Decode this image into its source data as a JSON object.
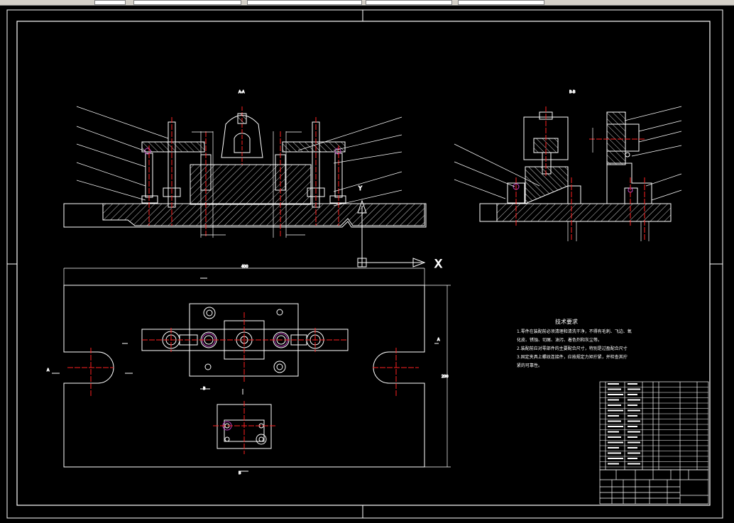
{
  "toolbar": {
    "label": ""
  },
  "drawing": {
    "section_a_label": "A-A",
    "section_b_label": "B-B",
    "x_axis_label": "X",
    "y_axis_label": "Y",
    "dim_overall_length": "400",
    "dim_overall_width": "200",
    "dim_left_a": "A",
    "dim_right_a": "A",
    "dim_b_top": "B",
    "dim_b_bottom": "B"
  },
  "tech_requirements": {
    "title": "技术要求",
    "lines": [
      "1.零件在装配前必须清理和清洗干净，不得有毛刺、飞边、氧",
      "化皮、锈蚀、切屑、油污、着色剂和灰尘等。",
      "2.装配前应对零部件的主要配合尺寸，特别是过盈配合尺寸",
      "3.固定夹具上螺纹连接件，应按规定力矩拧紧，并检查其拧",
      "紧的可靠性。"
    ]
  },
  "colors": {
    "line": "#ffffff",
    "center": "#ff2020",
    "accent": "#c040c0"
  }
}
